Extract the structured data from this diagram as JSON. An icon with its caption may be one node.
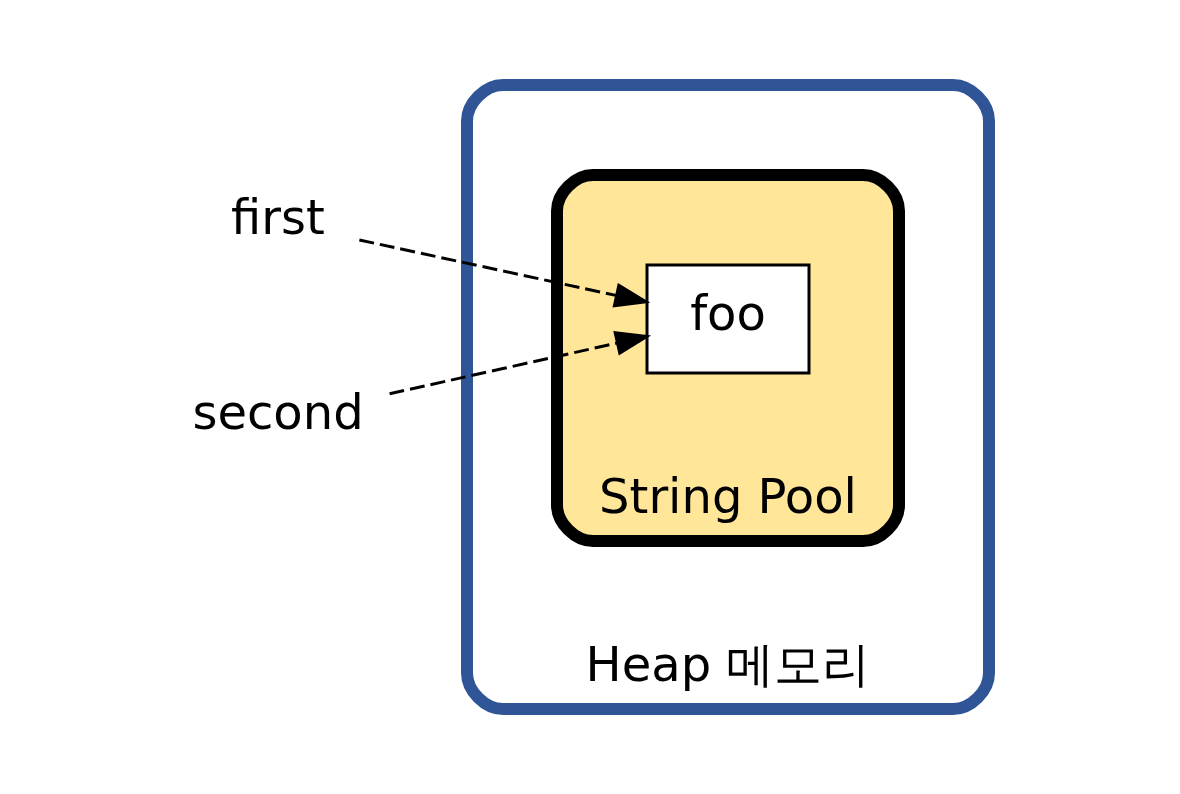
{
  "diagram": {
    "nodes": [
      {
        "text": [
          "Heap 메모리"
        ]
      },
      {
        "text": [
          "String Pool"
        ],
        "in": 0
      },
      {
        "text": [
          "foo"
        ],
        "in": 1
      },
      {
        "text": [
          "first"
        ]
      },
      {
        "text": [
          "second"
        ]
      }
    ],
    "edges": [
      {
        "from": 3,
        "to": 2,
        "arrow": "to",
        "style": "dashed"
      },
      {
        "from": 4,
        "to": 2,
        "arrow": "to",
        "style": "dashed"
      }
    ]
  }
}
